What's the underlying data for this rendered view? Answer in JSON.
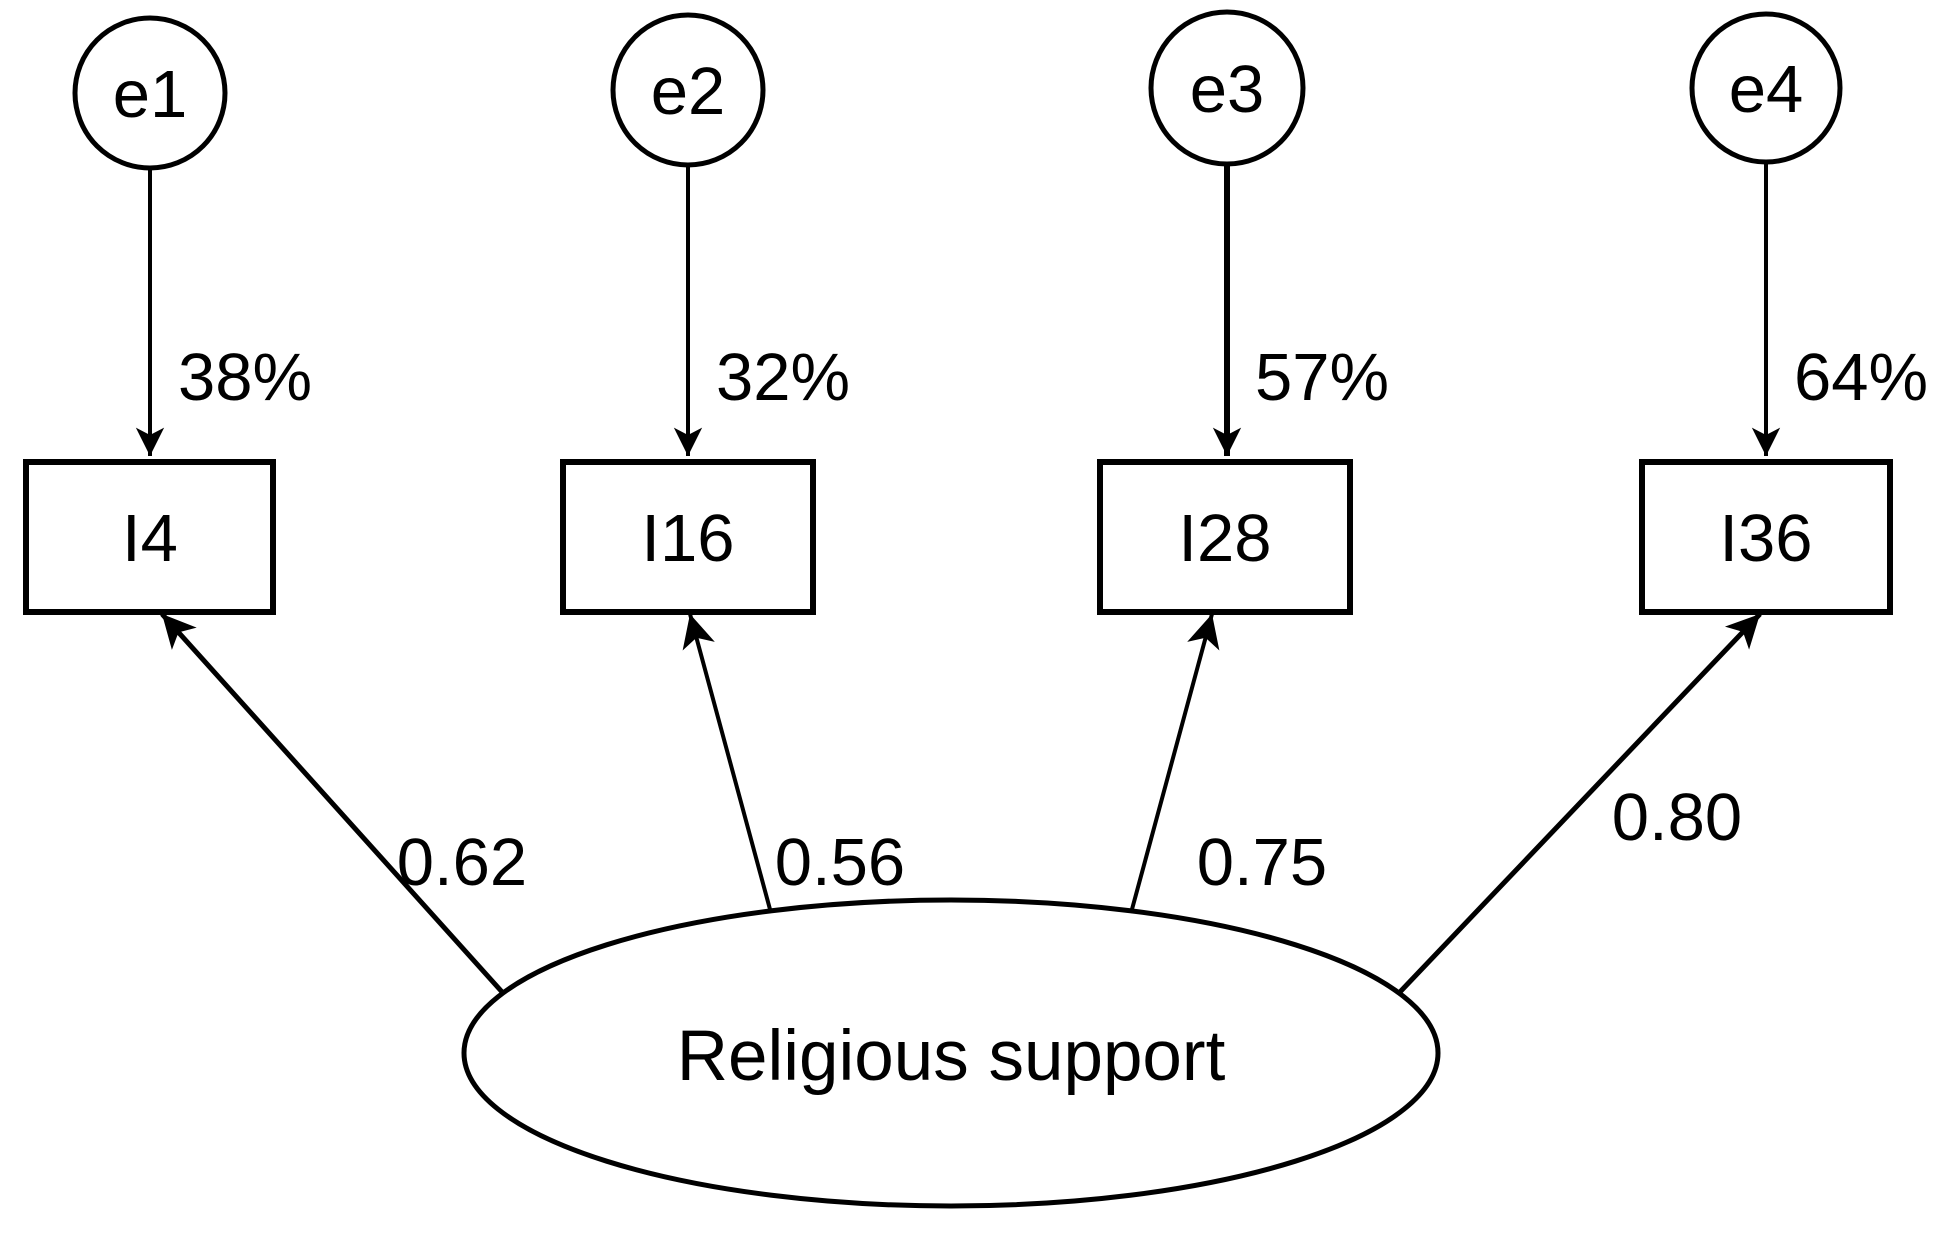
{
  "diagram": {
    "type": "sem-path-diagram",
    "latent": {
      "label": "Religious support"
    },
    "indicators": [
      {
        "label": "I4",
        "error": "e1",
        "variance": "38%",
        "loading": "0.62"
      },
      {
        "label": "I16",
        "error": "e2",
        "variance": "32%",
        "loading": "0.56"
      },
      {
        "label": "I28",
        "error": "e3",
        "variance": "57%",
        "loading": "0.75"
      },
      {
        "label": "I36",
        "error": "e4",
        "variance": "64%",
        "loading": "0.80"
      }
    ],
    "colors": {
      "stroke": "#000000",
      "background": "#ffffff"
    }
  }
}
